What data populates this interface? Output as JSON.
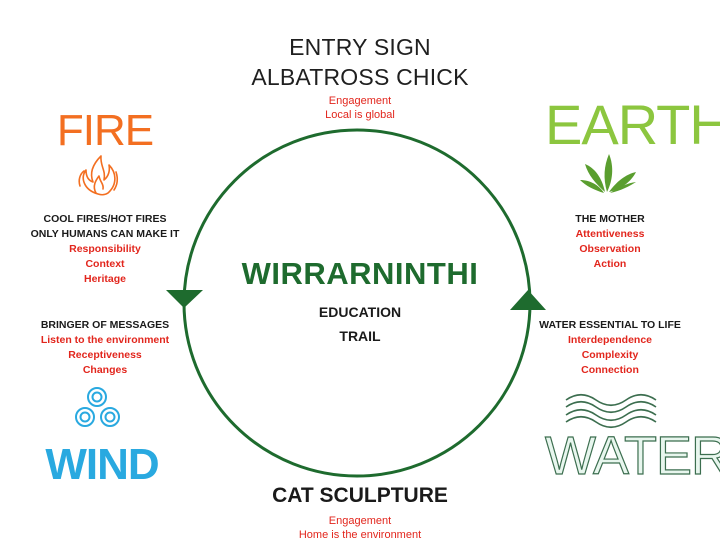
{
  "top": {
    "title_line1": "ENTRY SIGN",
    "title_line2": "ALBATROSS CHICK",
    "sub_line1": "Engagement",
    "sub_line2": "Local is global"
  },
  "bottom": {
    "title": "CAT SCULPTURE",
    "sub_line1": "Engagement",
    "sub_line2": "Home is the environment"
  },
  "center": {
    "title": "WIRRARNINTHI",
    "line1": "EDUCATION",
    "line2": "TRAIL"
  },
  "fire": {
    "word": "FIRE",
    "heading1": "COOL FIRES/HOT FIRES",
    "heading2": "ONLY HUMANS CAN MAKE IT",
    "items": [
      "Responsibility",
      "Context",
      "Heritage"
    ],
    "color": "#f36f21"
  },
  "earth": {
    "word": "EARTH",
    "heading1": "THE MOTHER",
    "items": [
      "Attentiveness",
      "Observation",
      "Action"
    ],
    "color": "#8cc63f"
  },
  "wind": {
    "word": "WIND",
    "heading1": "BRINGER OF MESSAGES",
    "items": [
      "Listen to the environment",
      "Receptiveness",
      "Changes"
    ],
    "color": "#29a9e0"
  },
  "water": {
    "word": "WATER",
    "heading1": "WATER ESSENTIAL TO LIFE",
    "items": [
      "Interdependence",
      "Complexity",
      "Connection"
    ],
    "color": "#3c6e4f"
  },
  "colors": {
    "circle": "#1e6b2e",
    "accent_red": "#e2261d"
  },
  "icons": [
    "flame-icon",
    "leaf-icon",
    "wind-swirl-icon",
    "water-waves-icon",
    "arrow-down-icon",
    "arrow-up-icon"
  ]
}
